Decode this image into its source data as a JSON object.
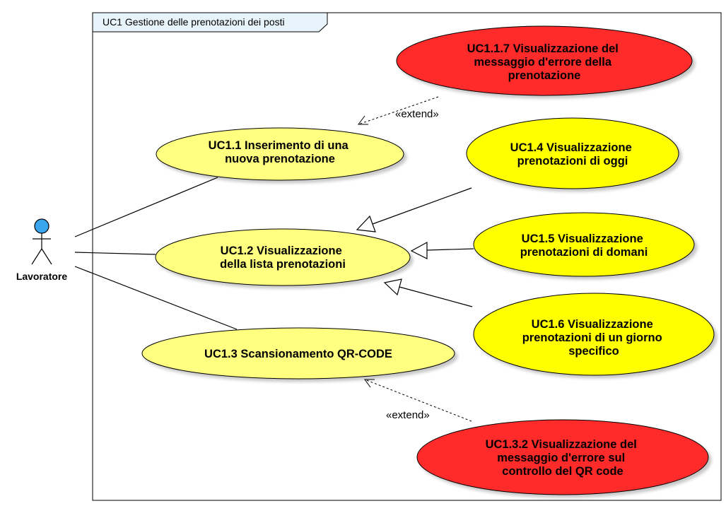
{
  "diagram": {
    "frame_title": "UC1 Gestione delle prenotazioni dei posti",
    "actor": {
      "label": "Lavoratore"
    },
    "colors": {
      "use_case_fill": "#ffff80",
      "error_fill": "#ff2a2a",
      "actor_head": "#3aa6ec",
      "frame_tab": "#e8f4fb",
      "stroke": "#000000",
      "shadow": "#c8c8c8"
    },
    "use_cases": {
      "uc11": {
        "lines": [
          "UC1.1 Inserimento di una",
          "nuova prenotazione"
        ]
      },
      "uc12": {
        "lines": [
          "UC1.2 Visualizzazione",
          "della lista prenotazioni"
        ]
      },
      "uc13": {
        "lines": [
          "UC1.3 Scansionamento QR-CODE"
        ]
      },
      "uc14": {
        "lines": [
          "UC1.4 Visualizzazione",
          "prenotazioni di oggi"
        ]
      },
      "uc15": {
        "lines": [
          "UC1.5 Visualizzazione",
          "prenotazioni di domani"
        ]
      },
      "uc16": {
        "lines": [
          "UC1.6 Visualizzazione",
          "prenotazioni di un giorno",
          "specifico"
        ]
      },
      "uc117": {
        "lines": [
          "UC1.1.7 Visualizzazione del",
          "messaggio d'errore della",
          "prenotazione"
        ]
      },
      "uc132": {
        "lines": [
          "UC1.3.2 Visualizzazione del",
          "messaggio d'errore sul",
          "controllo del QR code"
        ]
      }
    },
    "relations": {
      "extend_top": "«extend»",
      "extend_bottom": "«extend»"
    }
  }
}
